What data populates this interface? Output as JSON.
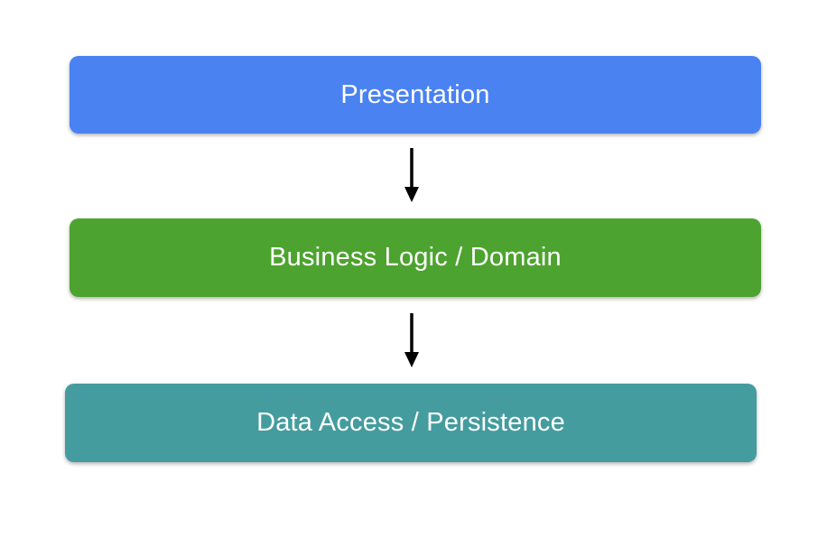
{
  "diagram": {
    "background": "#ffffff",
    "arrow_color": "#000000",
    "nodes": [
      {
        "id": "presentation",
        "label": "Presentation",
        "fill": "#4A82F2",
        "text_color": "#ffffff"
      },
      {
        "id": "business-logic",
        "label": "Business Logic / Domain",
        "fill": "#4DA32F",
        "text_color": "#ffffff"
      },
      {
        "id": "data-access",
        "label": "Data Access / Persistence",
        "fill": "#449C9E",
        "text_color": "#ffffff"
      }
    ],
    "arrows": [
      {
        "from": "presentation",
        "to": "business-logic"
      },
      {
        "from": "business-logic",
        "to": "data-access"
      }
    ]
  }
}
